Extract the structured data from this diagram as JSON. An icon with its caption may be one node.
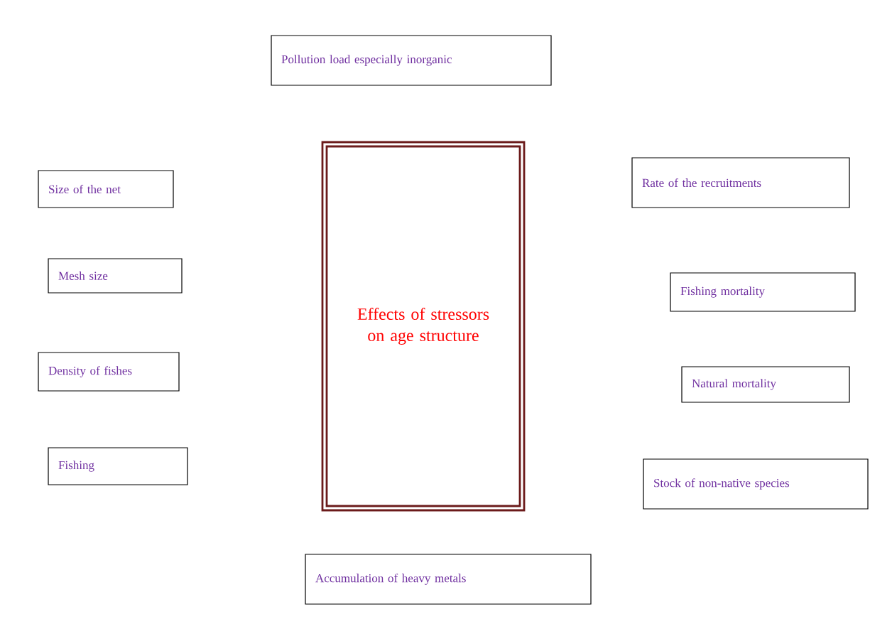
{
  "diagram": {
    "nodes": [
      {
        "text": [
          "Pollution load especially  inorganic"
        ]
      },
      {
        "text": [
          "Size of the net"
        ]
      },
      {
        "text": [
          "Rate of the recruitments"
        ]
      },
      {
        "text": [
          "Effects of stressors on age structure"
        ]
      },
      {
        "text": [
          "Mesh size"
        ]
      },
      {
        "text": [
          "Fishing mortality"
        ]
      },
      {
        "text": [
          "Density of fishes"
        ]
      },
      {
        "text": [
          "Natural mortality"
        ]
      },
      {
        "text": [
          "Fishing"
        ]
      },
      {
        "text": [
          "Stock of non-native species"
        ]
      },
      {
        "text": [
          "Accumulation  of heavy metals"
        ]
      }
    ]
  }
}
